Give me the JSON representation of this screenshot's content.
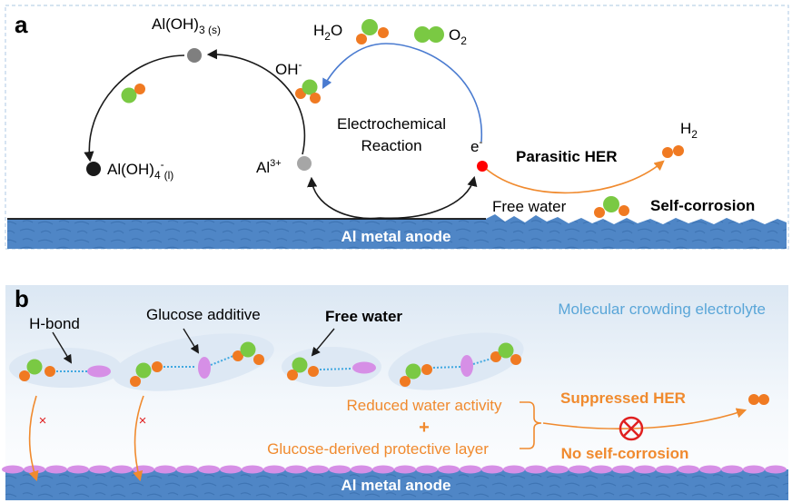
{
  "colors": {
    "oxygen_green": "#7ac943",
    "hydrogen_orange": "#f07a22",
    "glucose_purple": "#d68fe6",
    "gray_dot": "#a6a6a6",
    "dark_gray_dot": "#7f7f7f",
    "black_dot": "#1a1a1a",
    "electron_red": "#ff0000",
    "blue_arrow": "#4a7bd0",
    "orange_text": "#f08a2e",
    "light_blue_text": "#5aa6d8",
    "anode_blue": "#4f86c6",
    "cluster_fill": "#dde8f4",
    "bond_dotted": "#41a8e0"
  },
  "panel_a": {
    "label": "a",
    "al_oh3": {
      "main": "Al(OH)",
      "sub": "3 (s)"
    },
    "al_oh4": {
      "main": "Al(OH)",
      "sub": "4",
      "sup": "-",
      "sub2": "(l)"
    },
    "oh": {
      "main": "OH",
      "sup": "-"
    },
    "al3": {
      "main": "Al",
      "sup": "3+"
    },
    "h2o": {
      "main": "H",
      "sub": "2",
      "tail": "O"
    },
    "o2": {
      "main": "O",
      "sub": "2"
    },
    "reaction_line1": "Electrochemical",
    "reaction_line2": "Reaction",
    "electron": {
      "main": "e",
      "sup": "-"
    },
    "h2": {
      "main": "H",
      "sub": "2"
    },
    "parasitic_her": "Parasitic HER",
    "free_water": "Free water",
    "self_corrosion": "Self-corrosion",
    "anode_label": "Al metal anode"
  },
  "panel_b": {
    "label": "b",
    "h_bond": "H-bond",
    "glucose_additive": "Glucose additive",
    "free_water": "Free water",
    "electrolyte": "Molecular crowding electrolyte",
    "reduced_activity": "Reduced water activity",
    "plus": "+",
    "protective_layer": "Glucose-derived protective layer",
    "suppressed_her": "Suppressed HER",
    "no_corrosion": "No self-corrosion",
    "blocked_mark": "×",
    "anode_label": "Al metal anode"
  }
}
